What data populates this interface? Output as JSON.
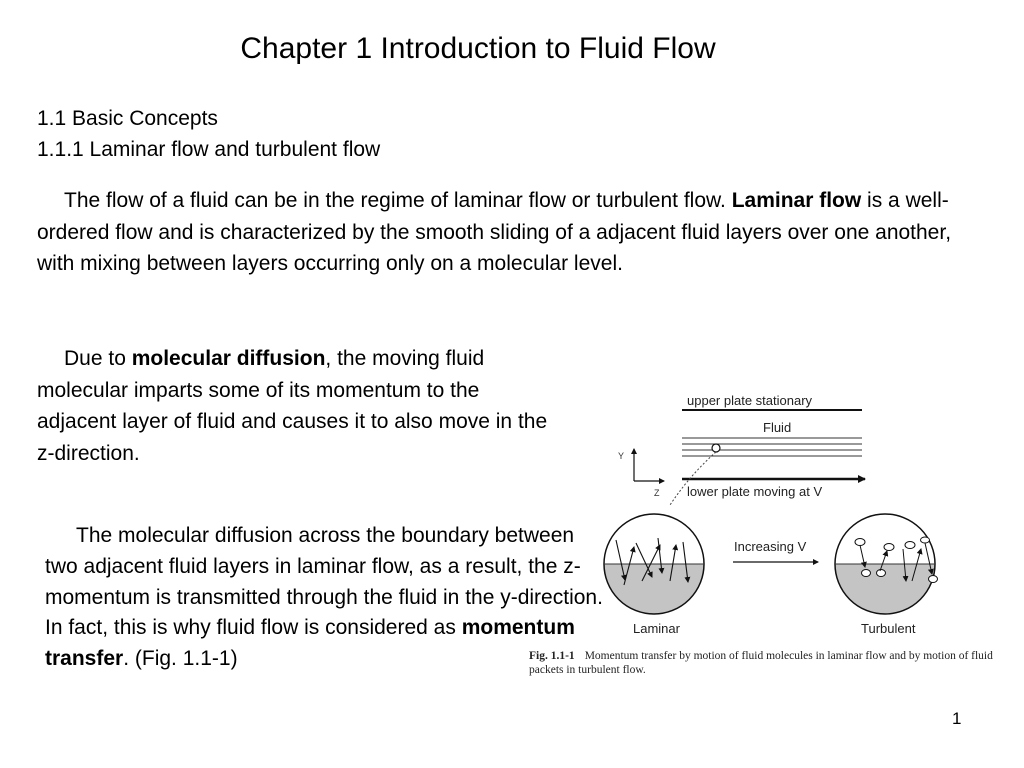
{
  "title": "Chapter 1 Introduction to Fluid Flow",
  "section_1": "1.1 Basic Concepts",
  "section_2": "1.1.1 Laminar flow and turbulent flow",
  "para_1": {
    "t1": "The flow of a fluid can be in the regime of laminar flow or turbulent flow. ",
    "b1": "Laminar flow",
    "t2": " is a well-ordered flow and is characterized by the smooth sliding of a adjacent fluid layers over one another, with mixing between layers occurring only on a molecular level."
  },
  "para_2": {
    "t1": "Due to ",
    "b1": "molecular diffusion",
    "t2": ", the moving fluid molecular imparts some of its momentum to the adjacent layer of fluid and causes it to also move in the z-direction."
  },
  "para_3": {
    "t1": "The molecular diffusion across the boundary between two adjacent fluid layers in laminar flow, as a result, the z-momentum is transmitted through the fluid in the y-direction. In fact, this is why fluid flow is considered as ",
    "b1": "momentum transfer",
    "t2": ". (Fig. 1.1-1)"
  },
  "figure": {
    "upper_plate": "upper plate stationary",
    "fluid": "Fluid",
    "lower_plate": "lower plate moving at V",
    "axis_y": "Y",
    "axis_z": "Z",
    "increasing": "Increasing V",
    "laminar": "Laminar",
    "turbulent": "Turbulent",
    "caption_label": "Fig. 1.1-1",
    "caption_text": "Momentum transfer by motion of fluid molecules in laminar flow and by motion of fluid packets in turbulent flow."
  },
  "page_number": "1"
}
